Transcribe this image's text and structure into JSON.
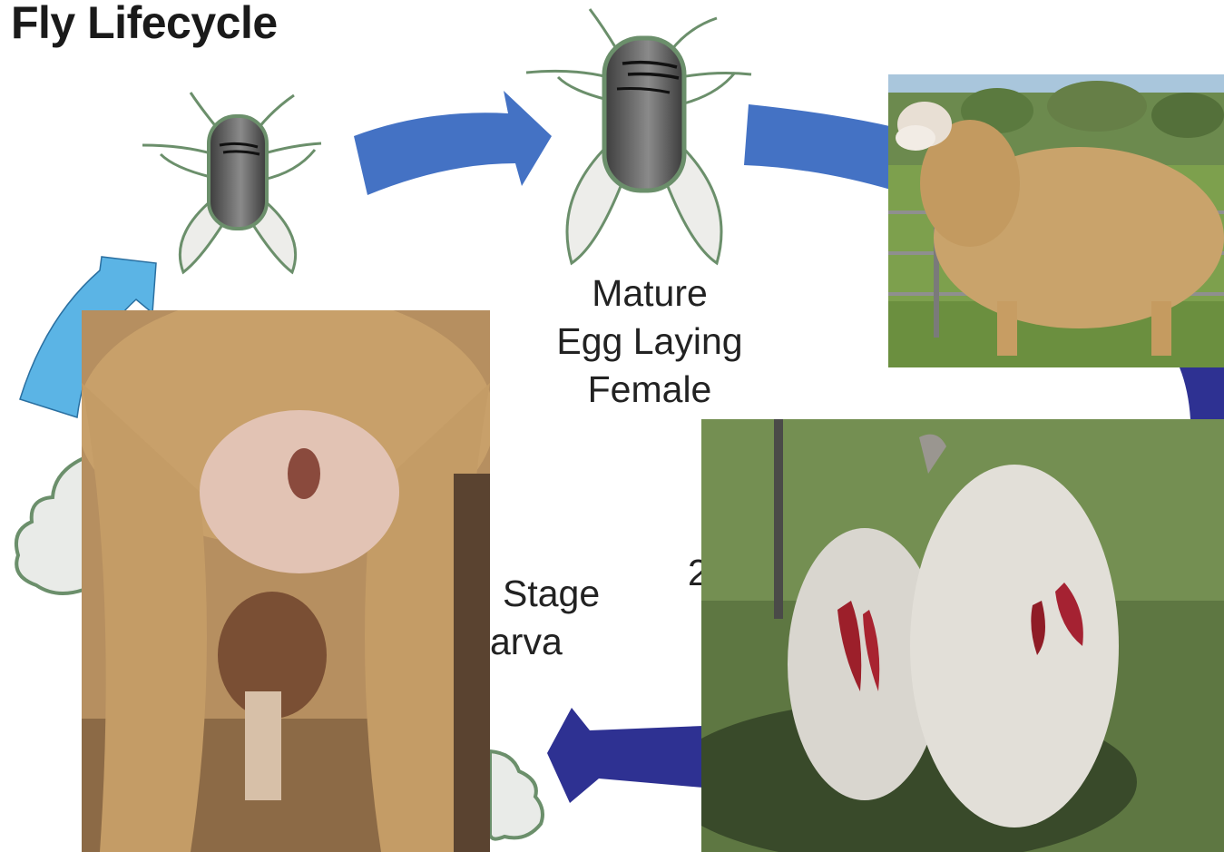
{
  "title": "Fly Lifecycle",
  "labels": {
    "mature_line1": "Mature",
    "mature_line2": "Egg Laying",
    "mature_line3": "Female",
    "larva_line1": "Stage",
    "larva_line2": "arva",
    "fragment": "2"
  },
  "colors": {
    "arrow_blue": "#4472c4",
    "arrow_navy": "#2e3192",
    "arrow_light": "#5bb4e5",
    "fly_outline": "#6b8f6b",
    "fly_body": "#555555",
    "wool": "#c9a36b"
  },
  "icons": [
    "fly-icon",
    "larva-icon"
  ],
  "photos": [
    "ram-photo",
    "breech-photo",
    "flystruck-sheep-photo"
  ]
}
